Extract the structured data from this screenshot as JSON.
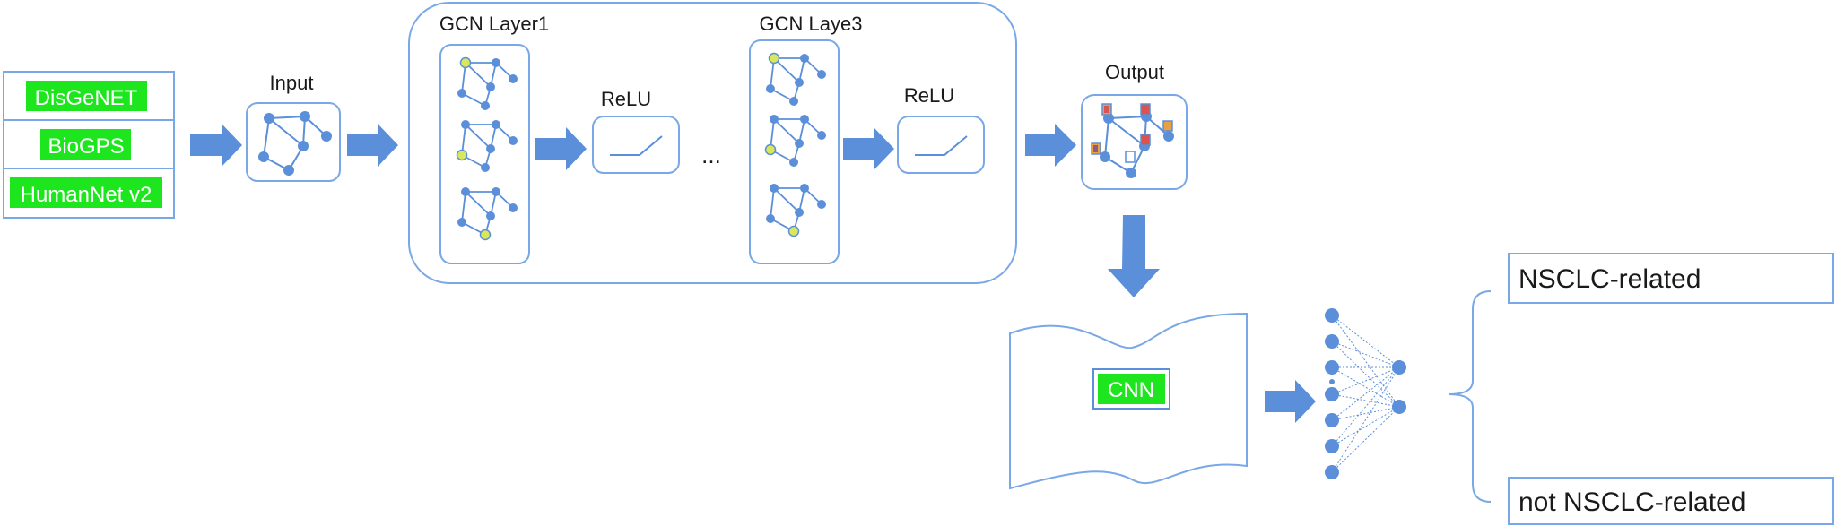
{
  "sources": [
    "DisGeNET",
    "BioGPS",
    "HumanNet v2"
  ],
  "labels": {
    "input": "Input",
    "gcn_layer1": "GCN Layer1",
    "gcn_layer3": "GCN Laye3",
    "relu": "ReLU",
    "ellipsis": "...",
    "output": "Output",
    "cnn": "CNN"
  },
  "outcomes": [
    "NSCLC-related",
    "not NSCLC-related"
  ],
  "colors": {
    "line": "#5b8fd9",
    "arrow": "#5b8fd9",
    "node": "#5b8fd9",
    "highlight_green": "#1ee61e",
    "highlight_node": "#d8e85a",
    "marker_red": "#d9534f",
    "marker_orange": "#e8a040",
    "border": "#7aa8e6"
  }
}
